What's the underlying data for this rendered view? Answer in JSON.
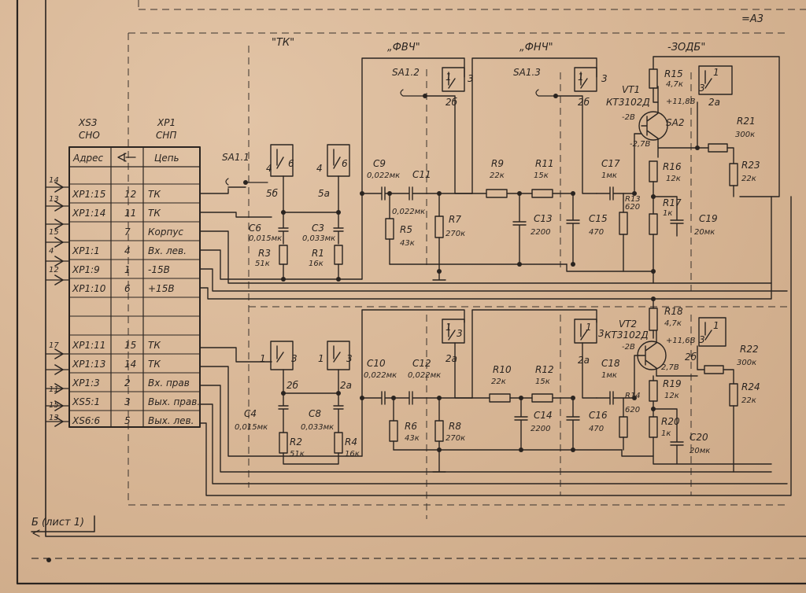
{
  "sheet": {
    "designation": "=A3",
    "back_ref": "Б (лист 1)"
  },
  "sections": [
    "\"ТК\"",
    "„ФВЧ\"",
    "„ФНЧ\"",
    "-ЗОДБ\""
  ],
  "table": {
    "header_left_top": "XS3",
    "header_left_bottom": "СНО",
    "header_right_top": "XP1",
    "header_right_bottom": "СНП",
    "col1_header": "Адрес",
    "col3_header": "Цепь",
    "rows": [
      {
        "addr": "XP1:15",
        "num": "12",
        "circuit": "ТК"
      },
      {
        "addr": "XP1:14",
        "num": "11",
        "circuit": "ТК"
      },
      {
        "addr": "",
        "num": "7",
        "circuit": "Корпус"
      },
      {
        "addr": "XP1:1",
        "num": "4",
        "circuit": "Вх. лев."
      },
      {
        "addr": "XP1:9",
        "num": "1",
        "circuit": "-15В"
      },
      {
        "addr": "XP1:10",
        "num": "6",
        "circuit": "+15В"
      },
      {
        "addr": "",
        "num": "",
        "circuit": ""
      },
      {
        "addr": "",
        "num": "",
        "circuit": ""
      },
      {
        "addr": "XP1:11",
        "num": "15",
        "circuit": "ТК"
      },
      {
        "addr": "XP1:13",
        "num": "14",
        "circuit": "ТК"
      },
      {
        "addr": "XP1:3",
        "num": "2",
        "circuit": "Вх. прав"
      },
      {
        "addr": "XS5:1",
        "num": "3",
        "circuit": "Вых. прав."
      },
      {
        "addr": "XS6:6",
        "num": "5",
        "circuit": "Вых. лев."
      }
    ],
    "left_pins": [
      "14",
      "13",
      "",
      "15",
      "4",
      "12",
      "",
      "",
      "",
      "",
      "17",
      "11",
      "",
      "15",
      "13"
    ]
  },
  "components": {
    "top": [
      {
        "ref": "SA1.1",
        "val": ""
      },
      {
        "ref": "SA1.2",
        "val": ""
      },
      {
        "ref": "SA1.3",
        "val": ""
      },
      {
        "ref": "C6",
        "val": "0,015мк"
      },
      {
        "ref": "C3",
        "val": "0,033мк"
      },
      {
        "ref": "R3",
        "val": "51к"
      },
      {
        "ref": "R1",
        "val": "16к"
      },
      {
        "ref": "C9",
        "val": "0,022мк"
      },
      {
        "ref": "C11",
        "val": "0,022мк"
      },
      {
        "ref": "R5",
        "val": "43к"
      },
      {
        "ref": "R7",
        "val": "270к"
      },
      {
        "ref": "R9",
        "val": "22к"
      },
      {
        "ref": "R11",
        "val": "15к"
      },
      {
        "ref": "C13",
        "val": "2200"
      },
      {
        "ref": "C15",
        "val": "470"
      },
      {
        "ref": "C17",
        "val": "1мк"
      },
      {
        "ref": "R13",
        "val": "620"
      },
      {
        "ref": "VT1",
        "val": "КТ3102Д"
      },
      {
        "ref": "SA2",
        "val": ""
      },
      {
        "ref": "R15",
        "val": "4,7к"
      },
      {
        "ref": "R16",
        "val": "12к"
      },
      {
        "ref": "R17",
        "val": "1к"
      },
      {
        "ref": "C19",
        "val": "20мк"
      },
      {
        "ref": "R21",
        "val": "300к"
      },
      {
        "ref": "R23",
        "val": "22к"
      }
    ],
    "bottom": [
      {
        "ref": "C4",
        "val": "0,015мк"
      },
      {
        "ref": "C8",
        "val": "0,033мк"
      },
      {
        "ref": "R2",
        "val": "51к"
      },
      {
        "ref": "R4",
        "val": "16к"
      },
      {
        "ref": "C10",
        "val": "0,022мк"
      },
      {
        "ref": "C12",
        "val": "0,022мк"
      },
      {
        "ref": "R6",
        "val": "43к"
      },
      {
        "ref": "R8",
        "val": "270к"
      },
      {
        "ref": "R10",
        "val": "22к"
      },
      {
        "ref": "R12",
        "val": "15к"
      },
      {
        "ref": "C14",
        "val": "2200"
      },
      {
        "ref": "C16",
        "val": "470"
      },
      {
        "ref": "C18",
        "val": "1мк"
      },
      {
        "ref": "R14",
        "val": "620"
      },
      {
        "ref": "VT2",
        "val": "КТ3102Д"
      },
      {
        "ref": "R18",
        "val": "4,7к"
      },
      {
        "ref": "R19",
        "val": "12к"
      },
      {
        "ref": "R20",
        "val": "1к"
      },
      {
        "ref": "C20",
        "val": "20мк"
      },
      {
        "ref": "R22",
        "val": "300к"
      },
      {
        "ref": "R24",
        "val": "22к"
      }
    ]
  },
  "voltages": {
    "vt1_c": "+11,8В",
    "vt1_b": "-2В",
    "vt1_e": "-2,7В",
    "vt2_c": "+11,6В",
    "vt2_b": "-2В",
    "vt2_e": "2,7В"
  },
  "switch_contacts": {
    "sa11": [
      "4",
      "6",
      "5б"
    ],
    "sa11b": [
      "4",
      "6",
      "5а"
    ],
    "sa12": [
      "1",
      "3",
      "2б"
    ],
    "sa13": [
      "1",
      "3",
      "2б"
    ],
    "sa2": [
      "1",
      "3",
      "2а"
    ],
    "bot1": [
      "1",
      "3",
      "2б"
    ],
    "bot2": [
      "1",
      "3",
      "2а"
    ],
    "bot3": [
      "1",
      "3",
      "2а"
    ],
    "bot4": [
      "1",
      "3",
      "2а"
    ],
    "bot5": [
      "1",
      "3",
      "2б"
    ]
  }
}
